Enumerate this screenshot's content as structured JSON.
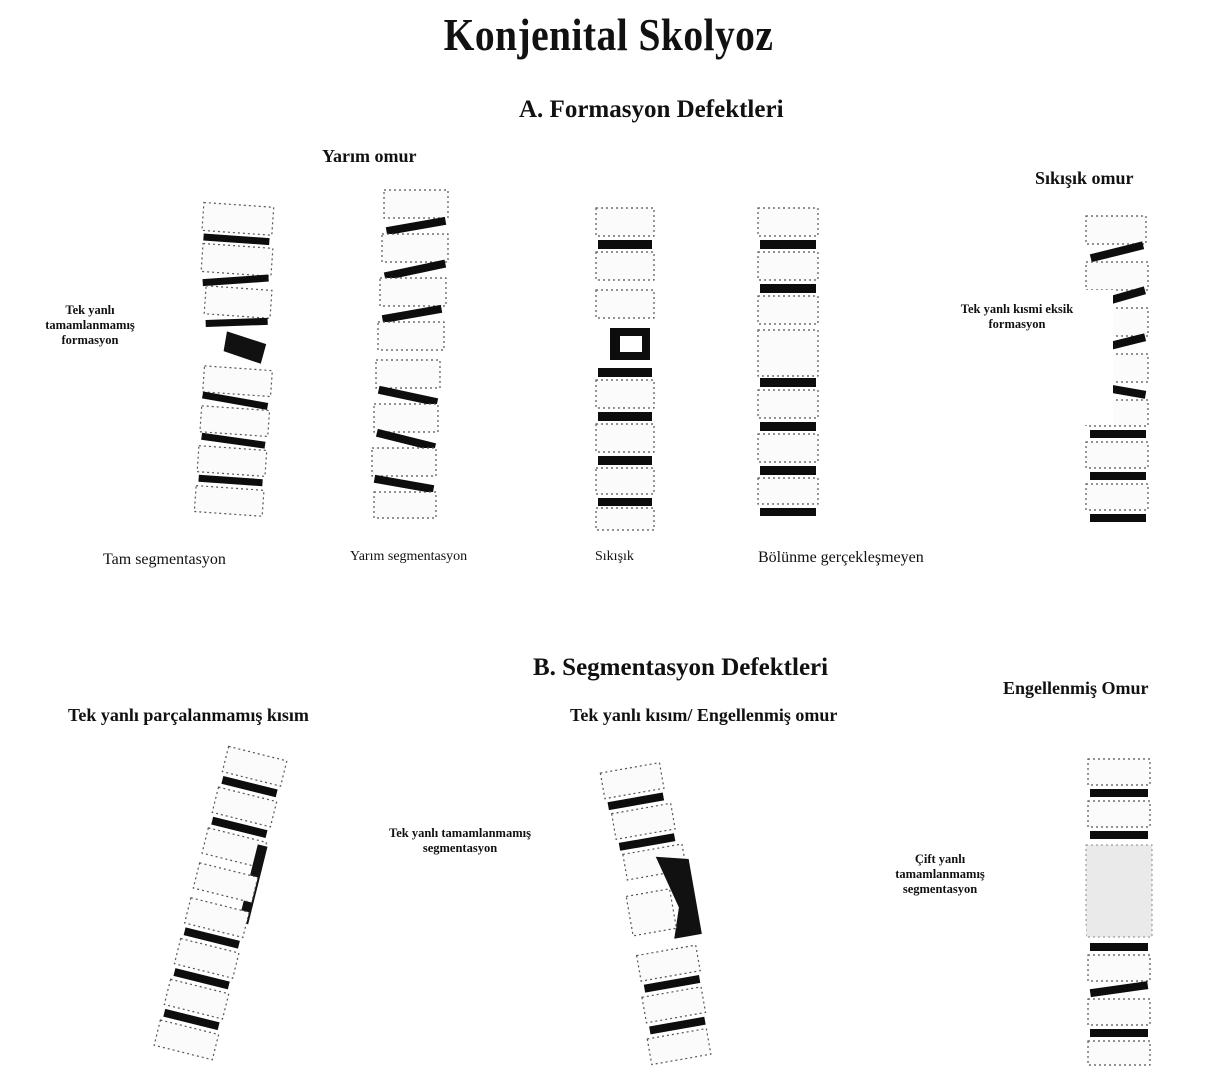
{
  "title": "Konjenital Skolyoz",
  "section_a": {
    "heading": "A. Formasyon Defektleri",
    "hemivertebra_label": "Yarım omur",
    "wedge_vertebra_label": "Sıkışık omur",
    "unilateral_incomplete_label": [
      "Tek yanlı",
      "tamamlanmamış",
      "formasyon"
    ],
    "unilateral_partial_label": [
      "Tek yanlı kısmi eksik",
      "formasyon"
    ],
    "captions": [
      "Tam segmentasyon",
      "Yarım segmentasyon",
      "Sıkışık",
      "Bölünme gerçekleşmeyen"
    ]
  },
  "section_b": {
    "heading": "B. Segmentasyon Defektleri",
    "unsegmented_bar_label": "Tek yanlı parçalanmamış kısım",
    "bar_block_label": "Tek yanlı kısım/ Engellenmiş omur",
    "block_vertebra_label": "Engellenmiş Omur",
    "unilateral_incomplete_seg_label": [
      "Tek yanlı tamamlanmamış",
      "segmentasyon"
    ],
    "bilateral_incomplete_seg_label": [
      "Çift yanlı",
      "tamamlanmamış",
      "segmentasyon"
    ]
  }
}
